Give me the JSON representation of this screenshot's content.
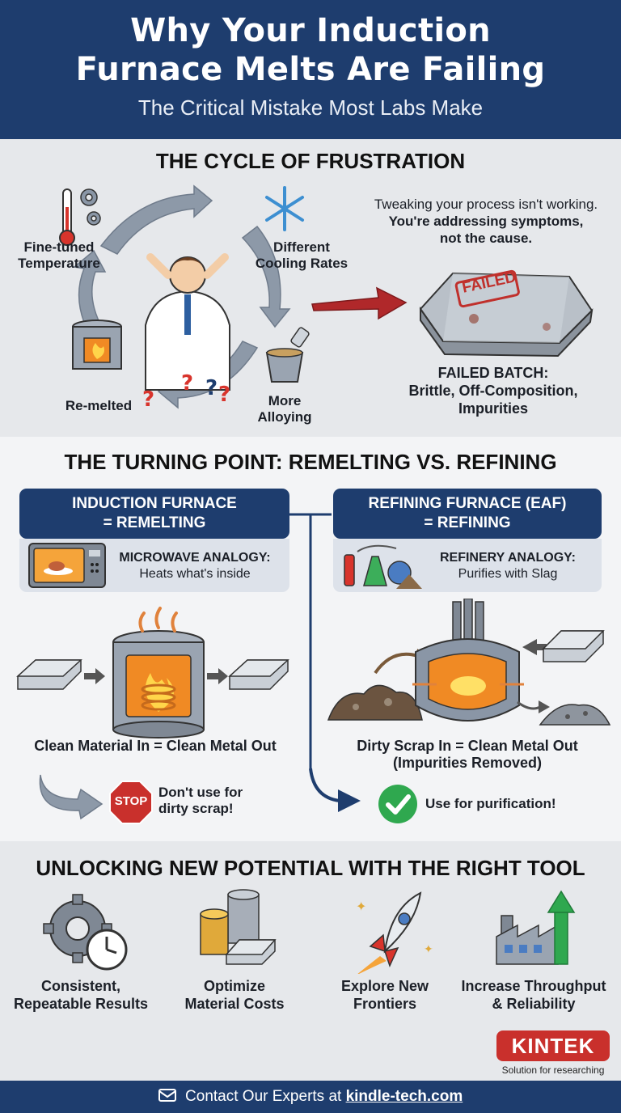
{
  "header": {
    "title_line1": "Why Your Induction",
    "title_line2": "Furnace Melts Are Failing",
    "subtitle": "The Critical Mistake Most Labs Make"
  },
  "cycle": {
    "title": "THE CYCLE OF FRUSTRATION",
    "steps": [
      "Fine-tuned",
      "Temperature",
      "Different",
      "Cooling Rates",
      "Re-melted",
      "More",
      "Alloying"
    ],
    "quote_line1": "Tweaking your process isn't working.",
    "quote_line2": "You're addressing symptoms,",
    "quote_line3": "not the cause.",
    "stamp": "FAILED",
    "failed_title": "FAILED BATCH:",
    "failed_line1": "Brittle, Off-Composition,",
    "failed_line2": "Impurities"
  },
  "turning": {
    "title": "THE TURNING POINT: REMELTING VS. REFINING",
    "induction": {
      "head1": "INDUCTION FURNACE",
      "head2": "= REMELTING",
      "analogy_title": "MICROWAVE ANALOGY:",
      "analogy_text": "Heats what's inside",
      "flow": "Clean Material In = Clean Metal Out",
      "stop": "STOP",
      "warn1": "Don't use for",
      "warn2": "dirty scrap!"
    },
    "refining": {
      "head1": "REFINING FURNACE (EAF)",
      "head2": "= REFINING",
      "analogy_title": "REFINERY ANALOGY:",
      "analogy_text": "Purifies with Slag",
      "flow1": "Dirty Scrap In = Clean Metal Out",
      "flow2": "(Impurities Removed)",
      "use": "Use for purification!"
    }
  },
  "unlock": {
    "title": "UNLOCKING NEW POTENTIAL WITH THE RIGHT TOOL",
    "items": [
      {
        "l1": "Consistent,",
        "l2": "Repeatable Results"
      },
      {
        "l1": "Optimize",
        "l2": "Material Costs"
      },
      {
        "l1": "Explore New",
        "l2": "Frontiers"
      },
      {
        "l1": "Increase Throughput",
        "l2": "& Reliability"
      }
    ]
  },
  "brand": {
    "logo": "KINTEK",
    "tagline": "Solution for researching"
  },
  "footer": {
    "text": "Contact Our Experts at",
    "url": "kindle-tech.com"
  },
  "colors": {
    "navy": "#1e3d6e",
    "red": "#c9302c",
    "green": "#2fa84f",
    "fire": "#f08a24"
  }
}
